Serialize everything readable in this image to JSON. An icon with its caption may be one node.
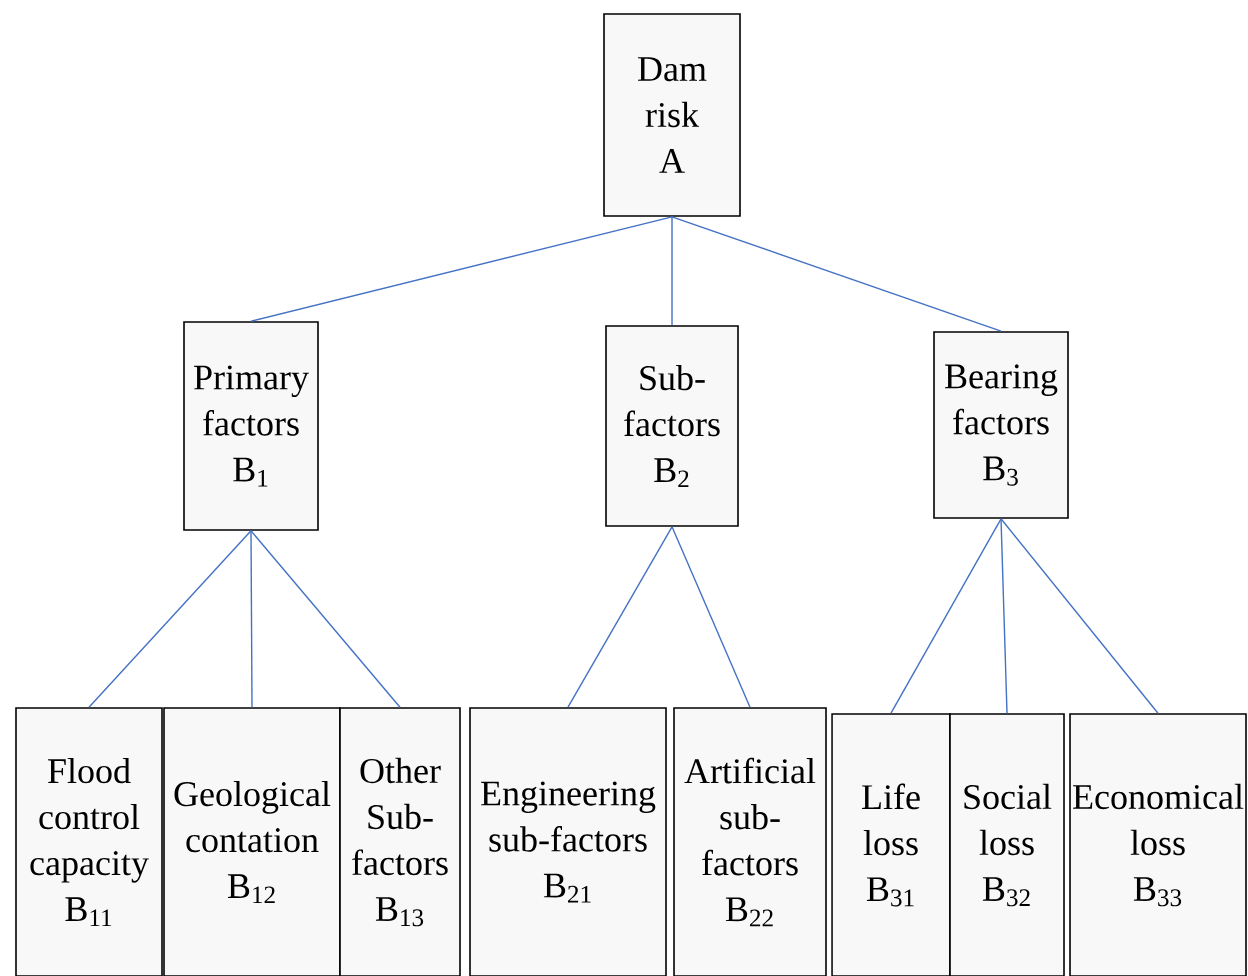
{
  "diagram": {
    "nodes": [
      {
        "text": [
          "Dam risk",
          "A"
        ]
      },
      {
        "text": [
          "Primary factors",
          "B$_{1}$"
        ]
      },
      {
        "text": [
          "Sub-factors",
          "B$_{2}$"
        ]
      },
      {
        "text": [
          "Bearing factors",
          "B$_{3}$"
        ]
      },
      {
        "text": [
          "Flood control capacity",
          "B$_{11}$"
        ]
      },
      {
        "text": [
          "Geological contation",
          "B$_{12}$"
        ]
      },
      {
        "text": [
          "Other Sub-factors",
          "B$_{13}$"
        ]
      },
      {
        "text": [
          "Engineering sub-factors",
          "B$_{21}$"
        ]
      },
      {
        "text": [
          "Artificial sub-factors",
          "B$_{22}$"
        ]
      },
      {
        "text": [
          "Life loss",
          "B$_{31}$"
        ]
      },
      {
        "text": [
          "Social loss",
          "B$_{32}$"
        ]
      },
      {
        "text": [
          "Economical loss",
          "B$_{33}$"
        ]
      }
    ],
    "edges": [
      {
        "from": 0,
        "to": 1,
        "arrow": "none"
      },
      {
        "from": 0,
        "to": 2,
        "arrow": "none"
      },
      {
        "from": 0,
        "to": 3,
        "arrow": "none"
      },
      {
        "from": 1,
        "to": 4,
        "arrow": "none"
      },
      {
        "from": 1,
        "to": 5,
        "arrow": "none"
      },
      {
        "from": 1,
        "to": 6,
        "arrow": "none"
      },
      {
        "from": 2,
        "to": 7,
        "arrow": "none"
      },
      {
        "from": 2,
        "to": 8,
        "arrow": "none"
      },
      {
        "from": 3,
        "to": 9,
        "arrow": "none"
      },
      {
        "from": 3,
        "to": 10,
        "arrow": "none"
      },
      {
        "from": 3,
        "to": 11,
        "arrow": "none"
      }
    ]
  }
}
